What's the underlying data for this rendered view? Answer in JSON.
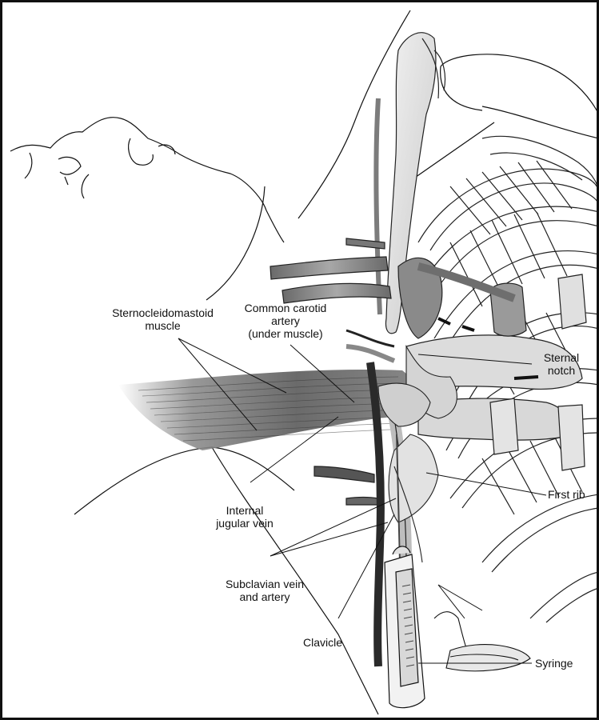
{
  "figure": {
    "labels": {
      "sternocleidomastoid": [
        "Sternocleidomastoid",
        "muscle"
      ],
      "common_carotid": [
        "Common carotid",
        "artery",
        "(under muscle)"
      ],
      "sternal_notch": [
        "Sternal",
        "notch"
      ],
      "internal_jugular": [
        "Internal",
        "jugular vein"
      ],
      "first_rib": "First rib",
      "subclavian": [
        "Subclavian vein",
        "and artery"
      ],
      "clavicle": "Clavicle",
      "syringe": "Syringe"
    },
    "colors": {
      "outline": "#111111",
      "bone_fill": "#e6e6e6",
      "muscle_dark": "#555555",
      "vessel_fill": "#8a8a8a",
      "syringe_fill": "#f2f2f2"
    }
  }
}
